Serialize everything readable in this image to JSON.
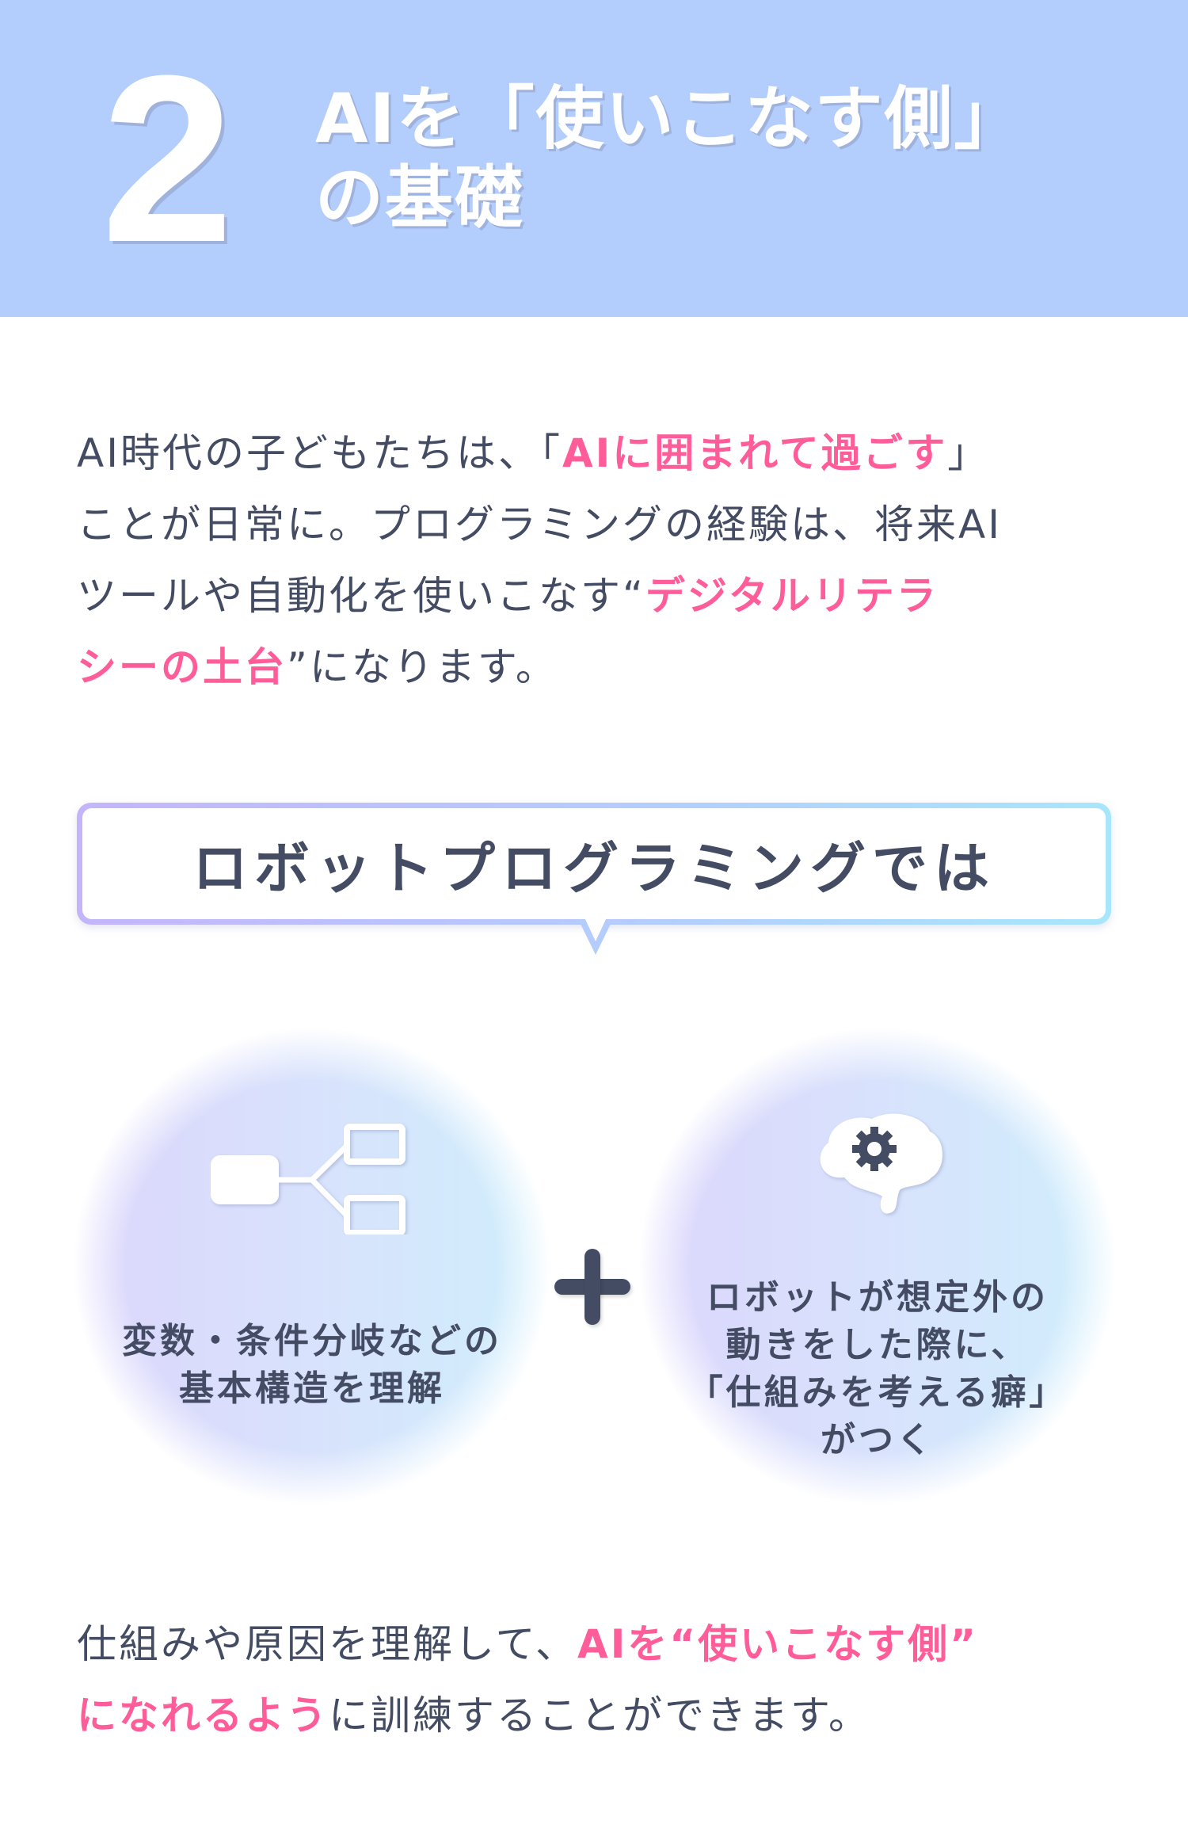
{
  "header": {
    "number": "2",
    "title_line1": "AIを「使いこなす側」",
    "title_line2": "の基礎",
    "background_color": "#b3cdfc"
  },
  "intro": {
    "line1_a": "AI時代の子どもたちは、「",
    "line1_hl": "AIに囲まれて過ごす",
    "line1_b": "」",
    "line2": "ことが日常に。プログラミングの経験は、将来AI",
    "line3_a": "ツールや自動化を使いこなす“",
    "line3_hl": "デジタルリテラ",
    "line4_hl": "シーの土台",
    "line4_b": "”になります。",
    "highlight_color": "#ff5c9a",
    "text_color": "#444c63"
  },
  "bubble": {
    "label": "ロボットプログラミングでは"
  },
  "features": [
    {
      "icon": "flowchart-branch-icon",
      "lines": [
        "変数・条件分岐などの",
        "基本構造を理解"
      ]
    },
    {
      "icon": "brain-gear-icon",
      "lines": [
        "ロボットが想定外の",
        "動きをした際に、",
        "「仕組みを考える癖」",
        "がつく"
      ]
    }
  ],
  "connector": {
    "icon": "plus-icon"
  },
  "conclusion": {
    "line1_a": "仕組みや原因を理解して、",
    "line1_hl": "AIを“使いこなす側”",
    "line2_hl": "になれるよう",
    "line2_b": "に訓練することができます。"
  }
}
